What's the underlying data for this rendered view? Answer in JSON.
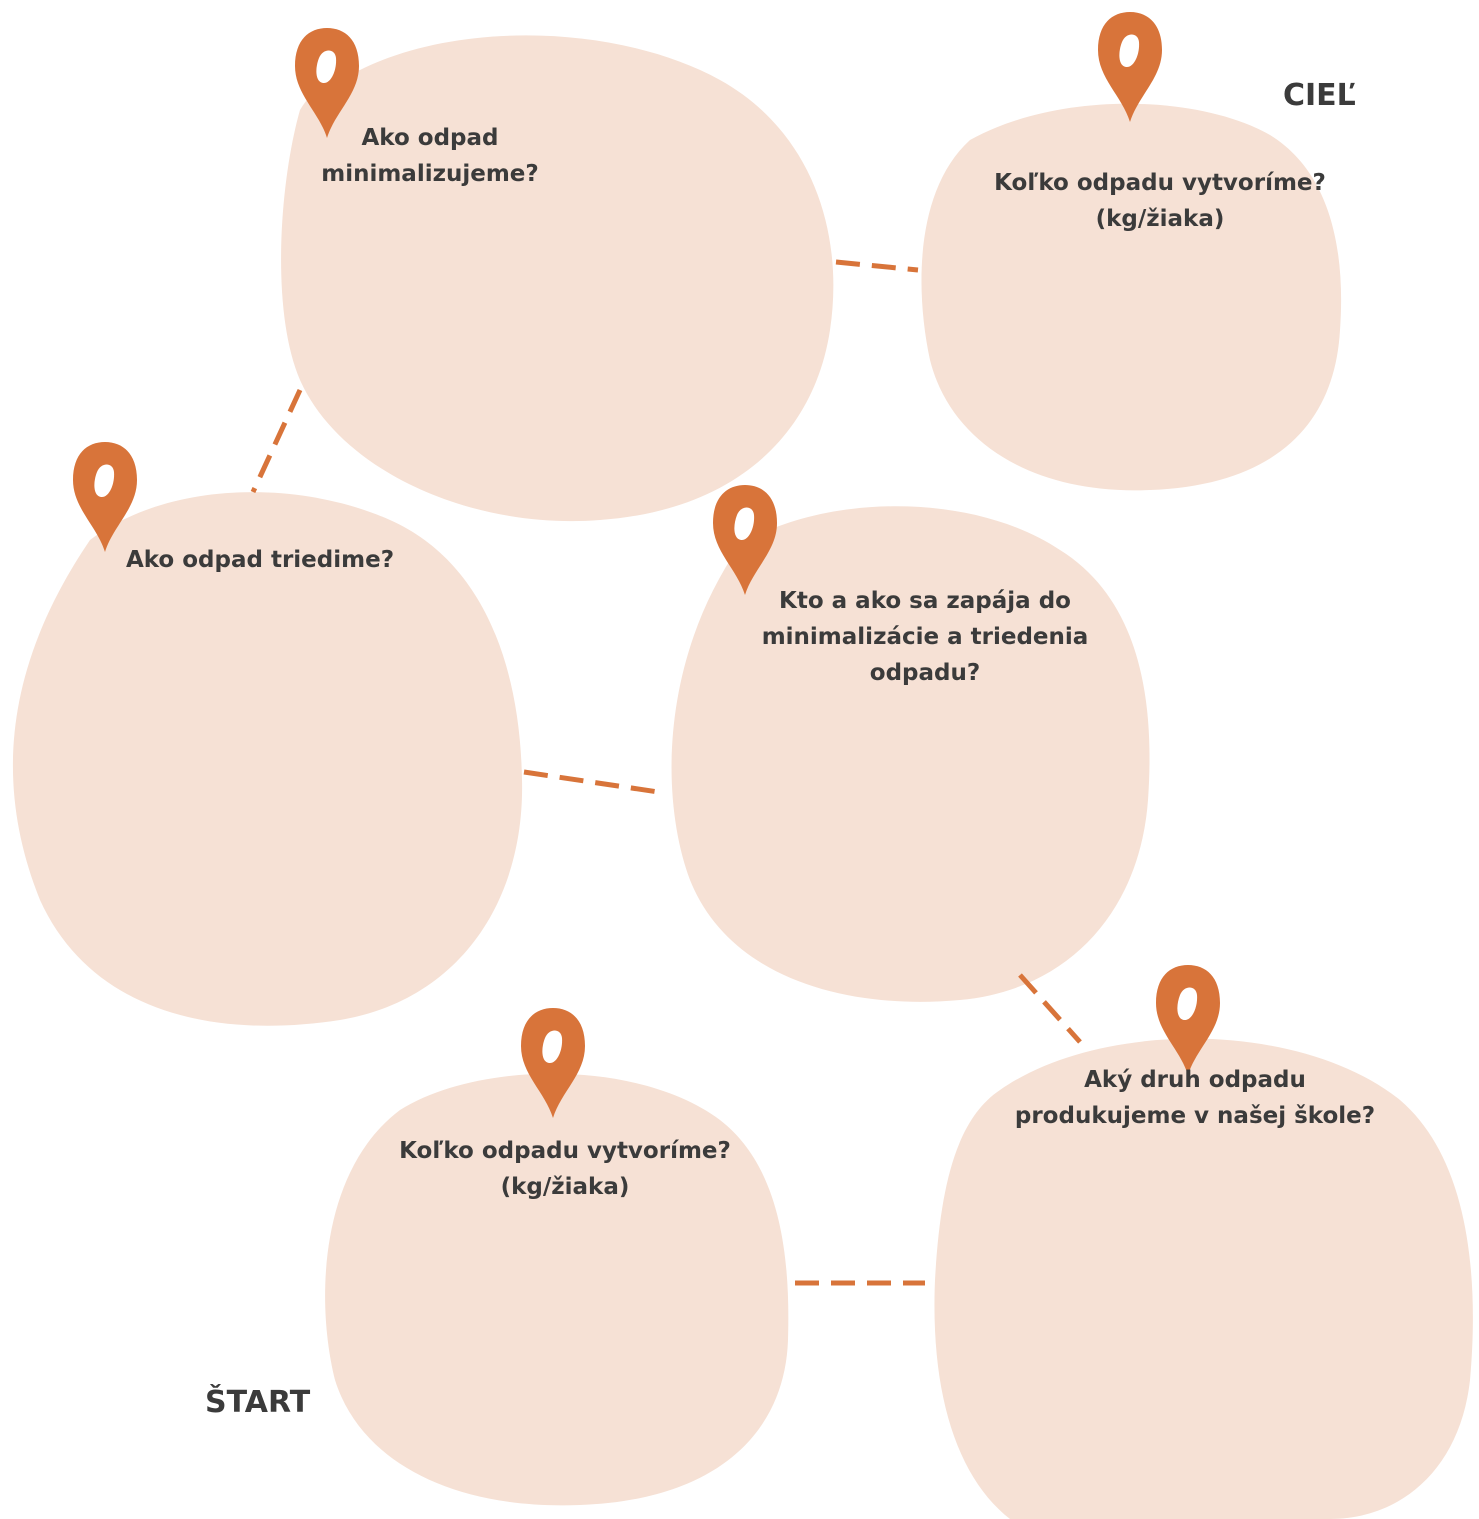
{
  "diagram": {
    "end_label": "CIEĽ",
    "start_label": "ŠTART",
    "stops": [
      {
        "id": "minimize",
        "question": "Ako odpad\nminimalizujeme?"
      },
      {
        "id": "goal",
        "question": "Koľko odpadu vytvoríme?\n(kg/žiaka)"
      },
      {
        "id": "sort",
        "question": "Ako odpad triedime?"
      },
      {
        "id": "who",
        "question": "Kto a ako sa zapája do\nminimalizácie a triedenia\nodpadu?"
      },
      {
        "id": "type",
        "question": "Aký  druh odpadu\nprodukujeme v našej škole?"
      },
      {
        "id": "start",
        "question": "Koľko odpadu vytvoríme?\n(kg/žiaka)"
      }
    ],
    "colors": {
      "blob": "#f6e1d5",
      "accent": "#d8743a",
      "text": "#3b3b3b"
    },
    "icons": {
      "pin": "location-pin-icon"
    }
  }
}
